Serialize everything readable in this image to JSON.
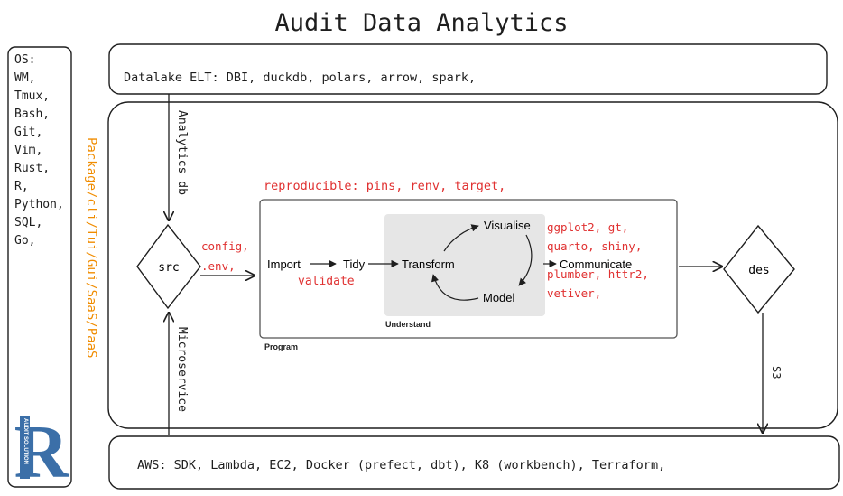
{
  "title": "Audit Data Analytics",
  "datalake": "Datalake ELT: DBI, duckdb, polars, arrow, spark,",
  "aws": "AWS: SDK, Lambda, EC2, Docker (prefect, dbt), K8 (workbench), Terraform,",
  "tools": [
    "OS:",
    "WM,",
    "Tmux,",
    "Bash,",
    "Git,",
    "Vim,",
    "Rust,",
    "R,",
    "Python,",
    "SQL,",
    "Go,"
  ],
  "package_label": "Package/cli/Tui/Gui/SaaS/PaaS",
  "analytics_db": "Analytics db",
  "microservice": "Microservice",
  "src": "src",
  "des": "des",
  "s3": "S3",
  "config": [
    "config,",
    ".env,"
  ],
  "reproducible": "reproducible: pins, renv, target,",
  "program": {
    "import": "Import",
    "tidy": "Tidy",
    "transform": "Transform",
    "visualise": "Visualise",
    "model": "Model",
    "communicate": "Communicate",
    "understand": "Understand",
    "program": "Program",
    "validate": "validate"
  },
  "communicate_tools": [
    "ggplot2, gt,",
    "quarto, shiny,",
    "plumber, httr2,",
    "vetiver,"
  ],
  "logo_text": "AUDIT SOLUTION",
  "colors": {
    "accent_red": "#e03131",
    "accent_orange": "#f08c00",
    "logo_blue": "#3b6fa8",
    "understand_bg": "#e6e6e6"
  }
}
